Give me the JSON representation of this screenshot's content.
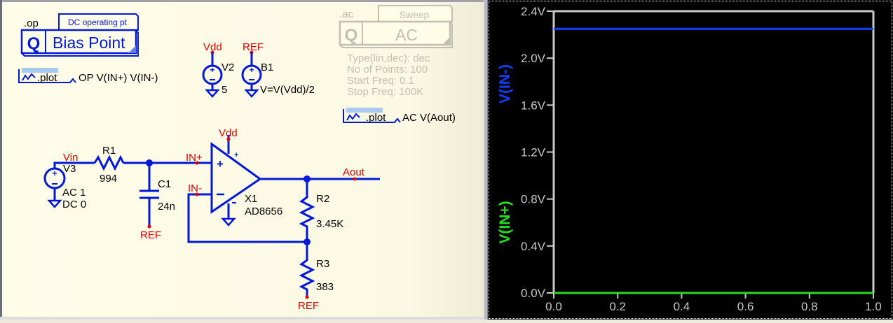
{
  "schematic": {
    "background": "#fffde8",
    "wire_color": "#0018d8",
    "net_label_color": "#e00000",
    "op_block": {
      "directive": ".op",
      "tab_label": "DC operating pt",
      "title": "Bias Point",
      "icon": "Q"
    },
    "op_plot": {
      "label": ".plot",
      "command": "OP V(IN+) V(IN-)"
    },
    "ac_block": {
      "directive": ".ac",
      "tab_label": "Sweep",
      "title": "AC",
      "icon": "Q",
      "params": [
        "Type(lin,dec):  dec",
        "No of Points: 100",
        "Start Freq:  0.1",
        "Stop Freq:  100K"
      ]
    },
    "ac_plot": {
      "label": ".plot",
      "command": "AC V(Aout)"
    },
    "sources": {
      "v2": {
        "net": "Vdd",
        "name": "V2",
        "value": "5"
      },
      "b1": {
        "net": "REF",
        "name": "B1",
        "value": "V=V(Vdd)/2"
      },
      "v3": {
        "name": "V3",
        "value1": "AC 1",
        "value2": "DC 0"
      }
    },
    "components": {
      "r1": {
        "name": "R1",
        "value": "994"
      },
      "c1": {
        "name": "C1",
        "value": "24n"
      },
      "x1": {
        "name": "X1",
        "value": "AD8656"
      },
      "r2": {
        "name": "R2",
        "value": "3.45K"
      },
      "r3": {
        "name": "R3",
        "value": "383"
      }
    },
    "nets": {
      "vin": "Vin",
      "in_plus": "IN+",
      "in_minus": "IN-",
      "vdd": "Vdd",
      "aout": "Aout",
      "ref_c1": "REF",
      "ref_r3": "REF"
    }
  },
  "chart_data": {
    "type": "line",
    "title": "",
    "xlabel": "",
    "ylabel": "",
    "xlim": [
      0.0,
      1.0
    ],
    "ylim": [
      0.0,
      2.4
    ],
    "x_ticks": [
      "0.0",
      "0.2",
      "0.4",
      "0.6",
      "0.8",
      "1.0"
    ],
    "x_tick_values": [
      0.0,
      0.2,
      0.4,
      0.6,
      0.8,
      1.0
    ],
    "y_ticks": [
      "0.0V",
      "0.4V",
      "0.8V",
      "1.2V",
      "1.6V",
      "2.0V",
      "2.4V"
    ],
    "y_tick_values": [
      0.0,
      0.4,
      0.8,
      1.2,
      1.6,
      2.0,
      2.4
    ],
    "grid": false,
    "series": [
      {
        "name": "V(IN-)",
        "color": "#1040ff",
        "x": [
          0.0,
          1.0
        ],
        "y": [
          2.25,
          2.25
        ]
      },
      {
        "name": "V(IN+)",
        "color": "#20e020",
        "x": [
          0.0,
          1.0
        ],
        "y": [
          0.0,
          0.0
        ]
      }
    ],
    "legend": "left-vertical"
  }
}
